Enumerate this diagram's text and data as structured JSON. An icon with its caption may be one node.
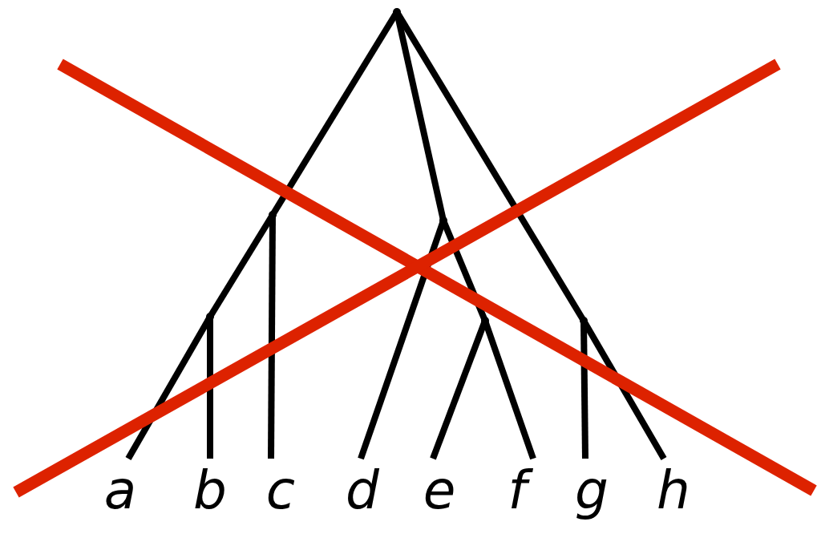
{
  "diagram": {
    "nodes": [
      {
        "text": [],
        "shape": "point"
      },
      {
        "text": [],
        "shape": "point"
      },
      {
        "text": [],
        "shape": "point"
      },
      {
        "text": [],
        "shape": "point"
      },
      {
        "text": [],
        "shape": "point"
      },
      {
        "text": [],
        "shape": "point"
      },
      {
        "text": [
          "a"
        ]
      },
      {
        "text": [
          "b"
        ]
      },
      {
        "text": [
          "c"
        ]
      },
      {
        "text": [
          "d"
        ]
      },
      {
        "text": [
          "e"
        ]
      },
      {
        "text": [
          "f"
        ]
      },
      {
        "text": [
          "g"
        ]
      },
      {
        "text": [
          "h"
        ]
      }
    ],
    "edges": [
      {
        "from": 0,
        "to": 1,
        "arrow": "none"
      },
      {
        "from": 1,
        "to": 2,
        "arrow": "none"
      },
      {
        "from": 2,
        "to": 6,
        "arrow": "none"
      },
      {
        "from": 2,
        "to": 7,
        "arrow": "none"
      },
      {
        "from": 1,
        "to": 8,
        "arrow": "none"
      },
      {
        "from": 0,
        "to": 3,
        "arrow": "none"
      },
      {
        "from": 3,
        "to": 9,
        "arrow": "none"
      },
      {
        "from": 3,
        "to": 4,
        "arrow": "none"
      },
      {
        "from": 4,
        "to": 10,
        "arrow": "none"
      },
      {
        "from": 4,
        "to": 11,
        "arrow": "none"
      },
      {
        "from": 0,
        "to": 5,
        "arrow": "none"
      },
      {
        "from": 5,
        "to": 12,
        "arrow": "none"
      },
      {
        "from": 5,
        "to": 13,
        "arrow": "none"
      }
    ]
  }
}
